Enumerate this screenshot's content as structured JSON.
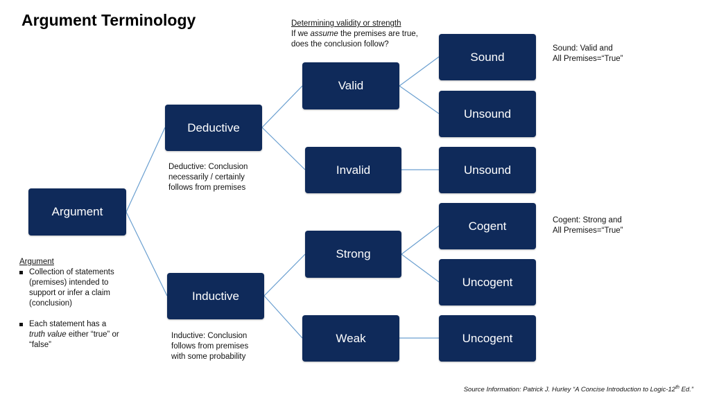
{
  "title": "Argument Terminology",
  "header_note": {
    "heading": "Determining validity or strength",
    "line1_prefix": "If we ",
    "line1_emph": "assume",
    "line1_suffix": " the premises are true,",
    "line2": "does the conclusion follow?"
  },
  "nodes": {
    "argument": "Argument",
    "deductive": "Deductive",
    "inductive": "Inductive",
    "valid": "Valid",
    "invalid": "Invalid",
    "strong": "Strong",
    "weak": "Weak",
    "sound": "Sound",
    "unsound_valid": "Unsound",
    "unsound_invalid": "Unsound",
    "cogent": "Cogent",
    "uncogent_strong": "Uncogent",
    "uncogent_weak": "Uncogent"
  },
  "notes": {
    "deductive": {
      "line1": "Deductive: Conclusion",
      "line2": "necessarily / certainly",
      "line3": "follows from premises"
    },
    "inductive": {
      "line1": "Inductive: Conclusion",
      "line2": "follows from premises",
      "line3": "with some probability"
    },
    "sound": {
      "line1": "Sound:  Valid and",
      "line2": "All Premises=“True”"
    },
    "cogent": {
      "line1": "Cogent: Strong and",
      "line2": "All Premises=“True”"
    }
  },
  "argument_def": {
    "heading": "Argument",
    "bullet1": "Collection of statements (premises) intended to support or infer a claim (conclusion)",
    "bullet2_prefix": "Each statement has a ",
    "bullet2_emph": "truth value",
    "bullet2_suffix": " either “true” or “false”"
  },
  "source": {
    "prefix": "Source Information:  Patrick J. Hurley “A Concise Introduction to Logic-12",
    "sup": "th",
    "suffix": " Ed.”"
  },
  "colors": {
    "box": "#0f2a5a",
    "line": "#6a9fd0",
    "box_text": "#ffffff"
  }
}
